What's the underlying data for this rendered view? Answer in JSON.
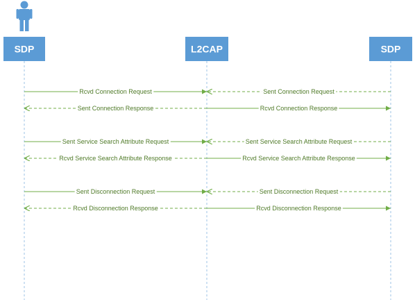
{
  "participants": [
    {
      "id": "sdp-left",
      "label": "SDP",
      "actor": true
    },
    {
      "id": "l2cap",
      "label": "L2CAP",
      "actor": false
    },
    {
      "id": "sdp-right",
      "label": "SDP",
      "actor": false
    }
  ],
  "colors": {
    "participant_fill": "#5b9bd5",
    "participant_text": "#ffffff",
    "lifeline": "#9dc3e6",
    "message": "#70ad47",
    "message_text": "#4f7a28",
    "actor": "#5b9bd5"
  },
  "messages": [
    {
      "label": "Rcvd Connection Request",
      "from": "sdp-left",
      "to": "l2cap",
      "style": "solid"
    },
    {
      "label": "Sent Connection Request",
      "from": "sdp-right",
      "to": "l2cap",
      "style": "dashed"
    },
    {
      "label": "Sent Connection Response",
      "from": "l2cap",
      "to": "sdp-left",
      "style": "dashed"
    },
    {
      "label": "Rcvd Connection Response",
      "from": "l2cap",
      "to": "sdp-right",
      "style": "solid"
    },
    {
      "label": "Sent Service Search Attribute Request",
      "from": "sdp-left",
      "to": "l2cap",
      "style": "solid"
    },
    {
      "label": "Sent Service Search Attribute Request",
      "from": "sdp-right",
      "to": "l2cap",
      "style": "dashed"
    },
    {
      "label": "Rcvd Service Search Attribute Response",
      "from": "l2cap",
      "to": "sdp-left",
      "style": "dashed"
    },
    {
      "label": "Rcvd Service Search Attribute Response",
      "from": "l2cap",
      "to": "sdp-right",
      "style": "solid"
    },
    {
      "label": "Sent Disconnection Request",
      "from": "sdp-left",
      "to": "l2cap",
      "style": "solid"
    },
    {
      "label": "Sent Disconnection Request",
      "from": "sdp-right",
      "to": "l2cap",
      "style": "dashed"
    },
    {
      "label": "Rcvd Disconnection Response",
      "from": "l2cap",
      "to": "sdp-left",
      "style": "dashed"
    },
    {
      "label": "Rcvd Disconnection Response",
      "from": "l2cap",
      "to": "sdp-right",
      "style": "solid"
    }
  ]
}
